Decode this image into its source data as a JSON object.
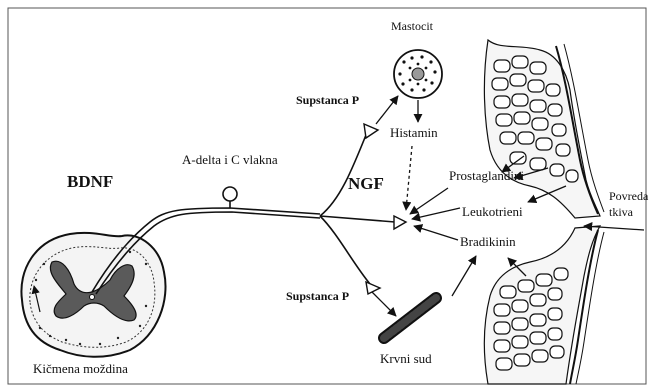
{
  "labels": {
    "bdnf": "BDNF",
    "fibers": "A-delta i C vlakna",
    "ngf": "NGF",
    "mast_cell": "Mastocit",
    "substance_p_top": "Supstanca P",
    "histamine": "Histamin",
    "prostaglandins": "Prostaglandini",
    "leukotrienes": "Leukotrieni",
    "bradykinin": "Bradikinin",
    "injury": "Povreda tkiva",
    "substance_p_bottom": "Supstanca P",
    "blood_vessel": "Krvni sud",
    "spinal_cord": "Kičmena moždina"
  }
}
